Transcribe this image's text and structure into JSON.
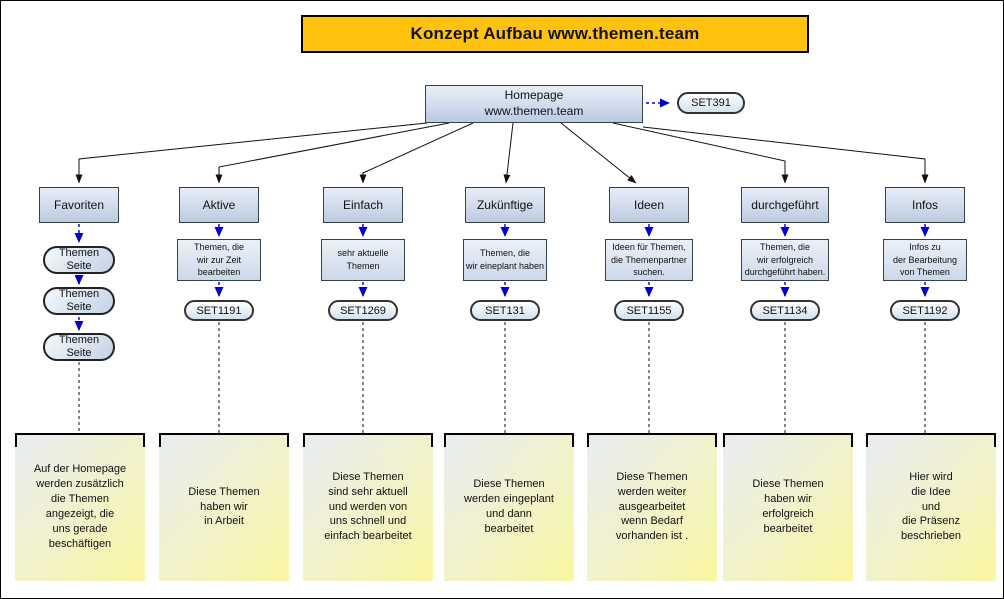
{
  "title": "Konzept Aufbau www.themen.team",
  "homepage": {
    "label": "Homepage\nwww.themen.team",
    "set_label": "SET391"
  },
  "columns": [
    {
      "header": "Favoriten",
      "pills": [
        "Themen\nSeite",
        "Themen\nSeite",
        "Themen\nSeite"
      ],
      "note": "Auf der Homepage\nwerden zusätzlich\ndie Themen\nangezeigt, die\nuns gerade\nbeschäftigen"
    },
    {
      "header": "Aktive",
      "sub": "Themen, die\nwir zur Zeit\nbearbeiten",
      "set_label": "SET1191",
      "note": "Diese Themen\nhaben wir\nin Arbeit"
    },
    {
      "header": "Einfach",
      "sub": "sehr aktuelle\nThemen",
      "set_label": "SET1269",
      "note": "Diese Themen\nsind sehr aktuell\nund werden von\nuns schnell und\neinfach  bearbeitet"
    },
    {
      "header": "Zukünftige",
      "sub": "Themen, die\nwir eineplant haben",
      "set_label": "SET131",
      "note": "Diese Themen\nwerden eingeplant\nund dann\nbearbeitet"
    },
    {
      "header": "Ideen",
      "sub": "Ideen für Themen,\ndie Themenpartner\nsuchen.",
      "set_label": "SET1155",
      "note": "Diese Themen\nwerden weiter\nausgearbeitet\nwenn Bedarf\nvorhanden ist ."
    },
    {
      "header": "durchgeführt",
      "sub": "Themen, die\nwir erfolgreich\ndurchgeführt haben.",
      "set_label": "SET1134",
      "note": "Diese Themen\nhaben wir\nerfolgreich\nbearbeitet"
    },
    {
      "header": "Infos",
      "sub": "Infos zu\nder Bearbeitung\nvon Themen",
      "set_label": "SET1192",
      "note": "Hier wird\ndie Idee\nund\ndie Präsenz\nbeschrieben"
    }
  ],
  "colors": {
    "title_bg": "#ffc20e",
    "box_blue_top": "#e8eef7",
    "box_blue_bottom": "#bccbe2",
    "arrow_blue": "#0000cd",
    "arrow_black": "#111111",
    "note_gray": "#e8ecf2",
    "note_yellow": "#fbf7a0"
  }
}
